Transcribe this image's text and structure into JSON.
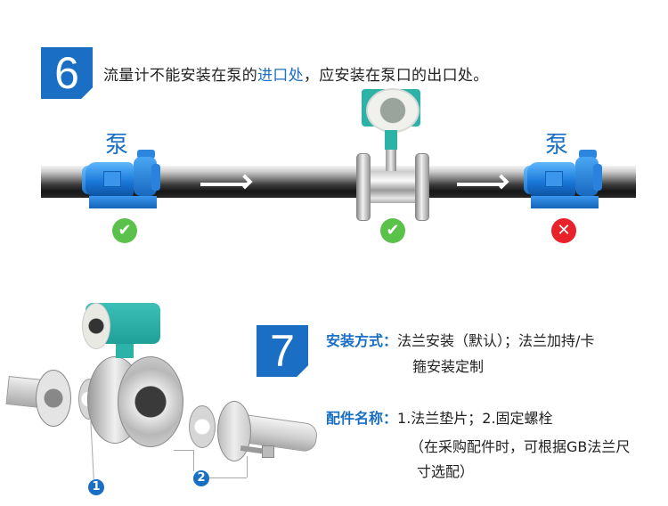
{
  "step6": {
    "number": "6",
    "headline_prefix": "流量计不能安装在泵的",
    "headline_highlight": "进口处",
    "headline_suffix": "，应安装在泵口的出口处。",
    "diagram": {
      "pump_left_label": "泵",
      "pump_right_label": "泵",
      "flow_direction": "left-to-right",
      "positions": [
        {
          "item": "pump",
          "status": "correct",
          "icon": "check-circle-icon",
          "color": "#5ac24a"
        },
        {
          "item": "flowmeter",
          "status": "correct",
          "icon": "check-circle-icon",
          "color": "#5ac24a"
        },
        {
          "item": "pump",
          "status": "incorrect",
          "icon": "x-circle-icon",
          "color": "#e8222a"
        }
      ],
      "check_glyph": "✔",
      "cross_glyph": "✕"
    }
  },
  "step7": {
    "number": "7",
    "install_method_label": "安装方式：",
    "install_method_line1": "法兰安装（默认）；法兰加持/卡",
    "install_method_line2": "箍安装定制",
    "accessories_label": "配件名称：",
    "accessories_line1": "1.法兰垫片；2.固定螺栓",
    "accessories_line2": "（在采购配件时，可根据GB法兰尺",
    "accessories_line3": "寸选配）",
    "callouts": [
      {
        "number": "1",
        "meaning": "法兰垫片"
      },
      {
        "number": "2",
        "meaning": "固定螺栓"
      }
    ]
  },
  "colors": {
    "accent_blue": "#1a6fc4",
    "ok_green": "#5ac24a",
    "error_red": "#e8222a",
    "meter_teal": "#2bb3a8"
  }
}
